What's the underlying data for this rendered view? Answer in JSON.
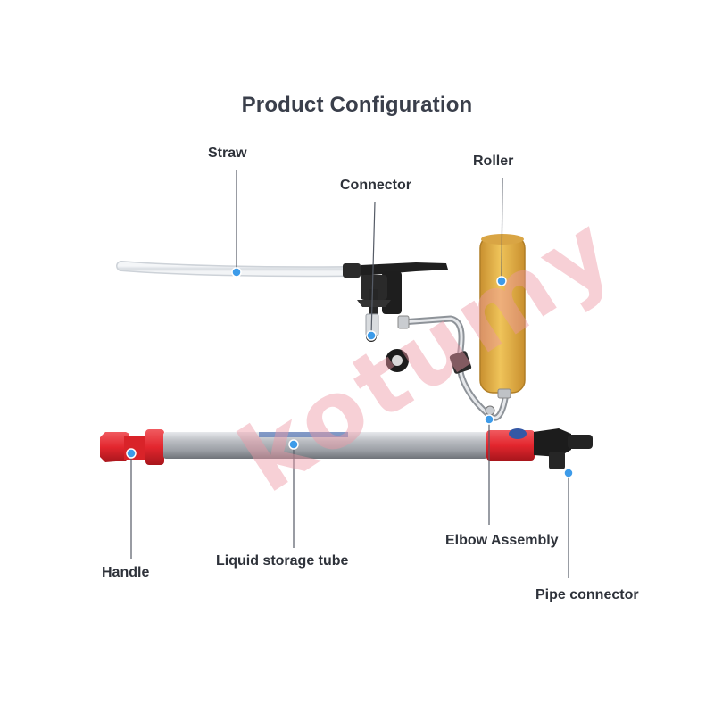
{
  "title": "Product Configuration",
  "labels": {
    "straw": "Straw",
    "connector": "Connector",
    "roller": "Roller",
    "handle": "Handle",
    "liquid_storage_tube": "Liquid storage tube",
    "elbow_assembly": "Elbow Assembly",
    "pipe_connector": "Pipe connector"
  },
  "watermark": "kotumy",
  "colors": {
    "callout_dot": "#3d9be9",
    "callout_line": "#555b66",
    "handle_red": "#e3262e",
    "tube_silver": "#a9adb3",
    "roller_yellow": "#e9b94a",
    "text": "#2e323a"
  }
}
